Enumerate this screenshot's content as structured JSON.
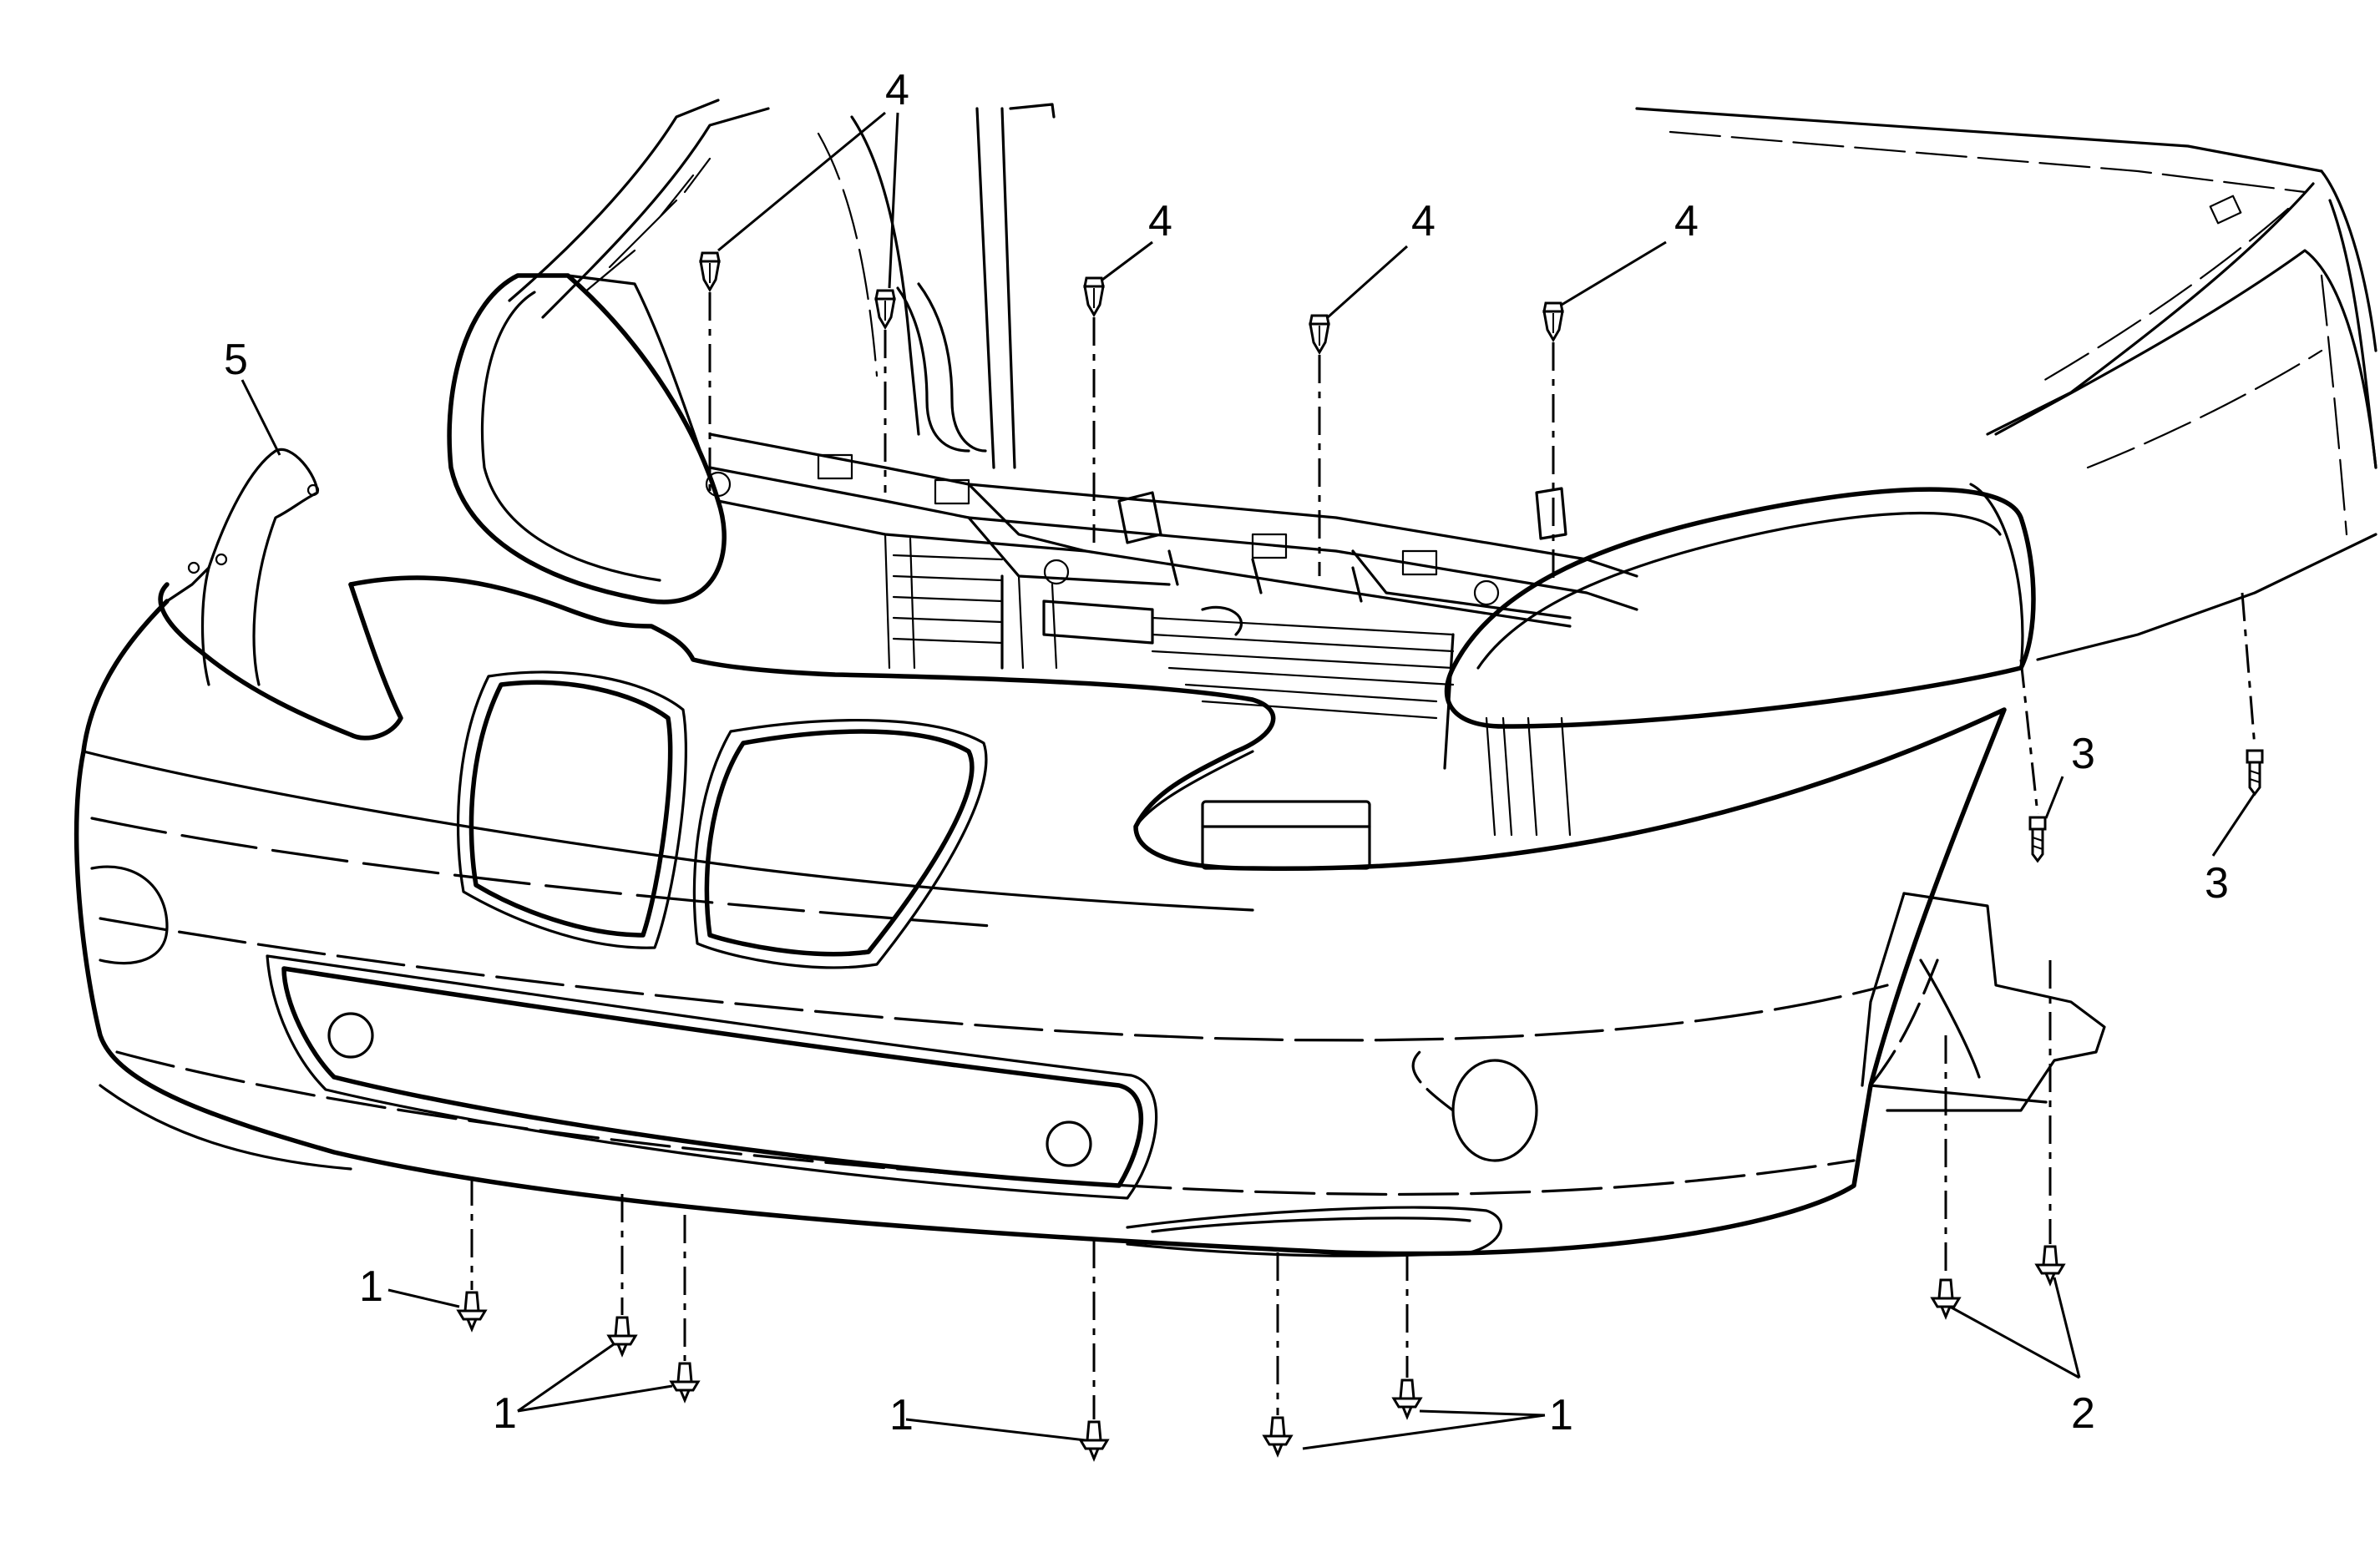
{
  "callouts": {
    "c1a": "1",
    "c1b": "1",
    "c1c": "1",
    "c1d": "1",
    "c2": "2",
    "c3a": "3",
    "c3b": "3",
    "c4a": "4",
    "c4b": "4",
    "c4c": "4",
    "c4d": "4",
    "c5": "5"
  },
  "colors": {
    "line": "#000000",
    "background": "#ffffff"
  },
  "icons": {
    "push-pin-retainer": "push-pin-retainer-icon",
    "bolt": "bolt-icon",
    "rivet": "rivet-icon"
  }
}
